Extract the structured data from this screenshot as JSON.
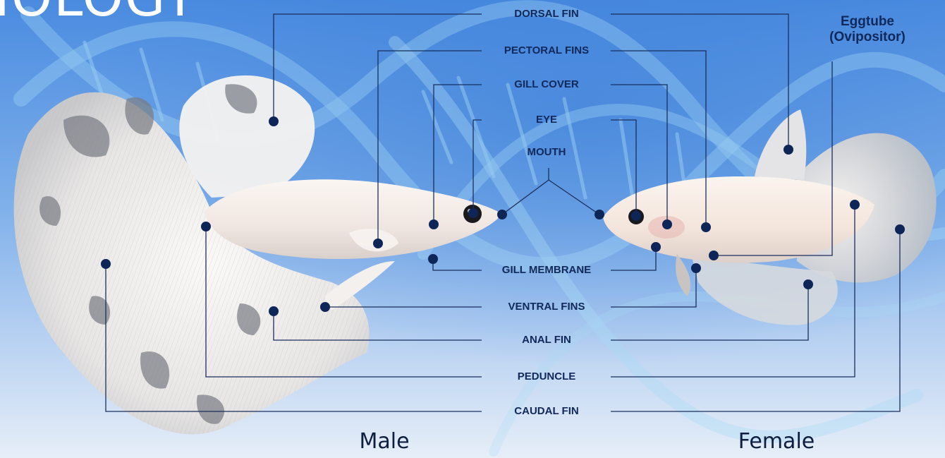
{
  "title": "IOLOGY",
  "labels": {
    "dorsal": "DORSAL FIN",
    "pectoral": "PECTORAL FINS",
    "gill_cover": "GILL COVER",
    "eye": "EYE",
    "mouth": "MOUTH",
    "gill_membrane": "GILL MEMBRANE",
    "ventral": "VENTRAL FINS",
    "anal": "ANAL FIN",
    "peduncle": "PEDUNCLE",
    "caudal": "CAUDAL FIN"
  },
  "female_only": {
    "line1": "Eggtube",
    "line2": "(Ovipositor)"
  },
  "sexes": {
    "male": "Male",
    "female": "Female"
  },
  "colors": {
    "sky_top": "#4f8fe0",
    "sky_bottom": "#dde8f6",
    "dna": "#9ed4f3",
    "fish_body": "#f1e9e3",
    "fin_white": "#f3f0ee",
    "fin_gray": "#7c7f86",
    "leader_line": "#1a2f5c",
    "dot": "#0d2557"
  }
}
